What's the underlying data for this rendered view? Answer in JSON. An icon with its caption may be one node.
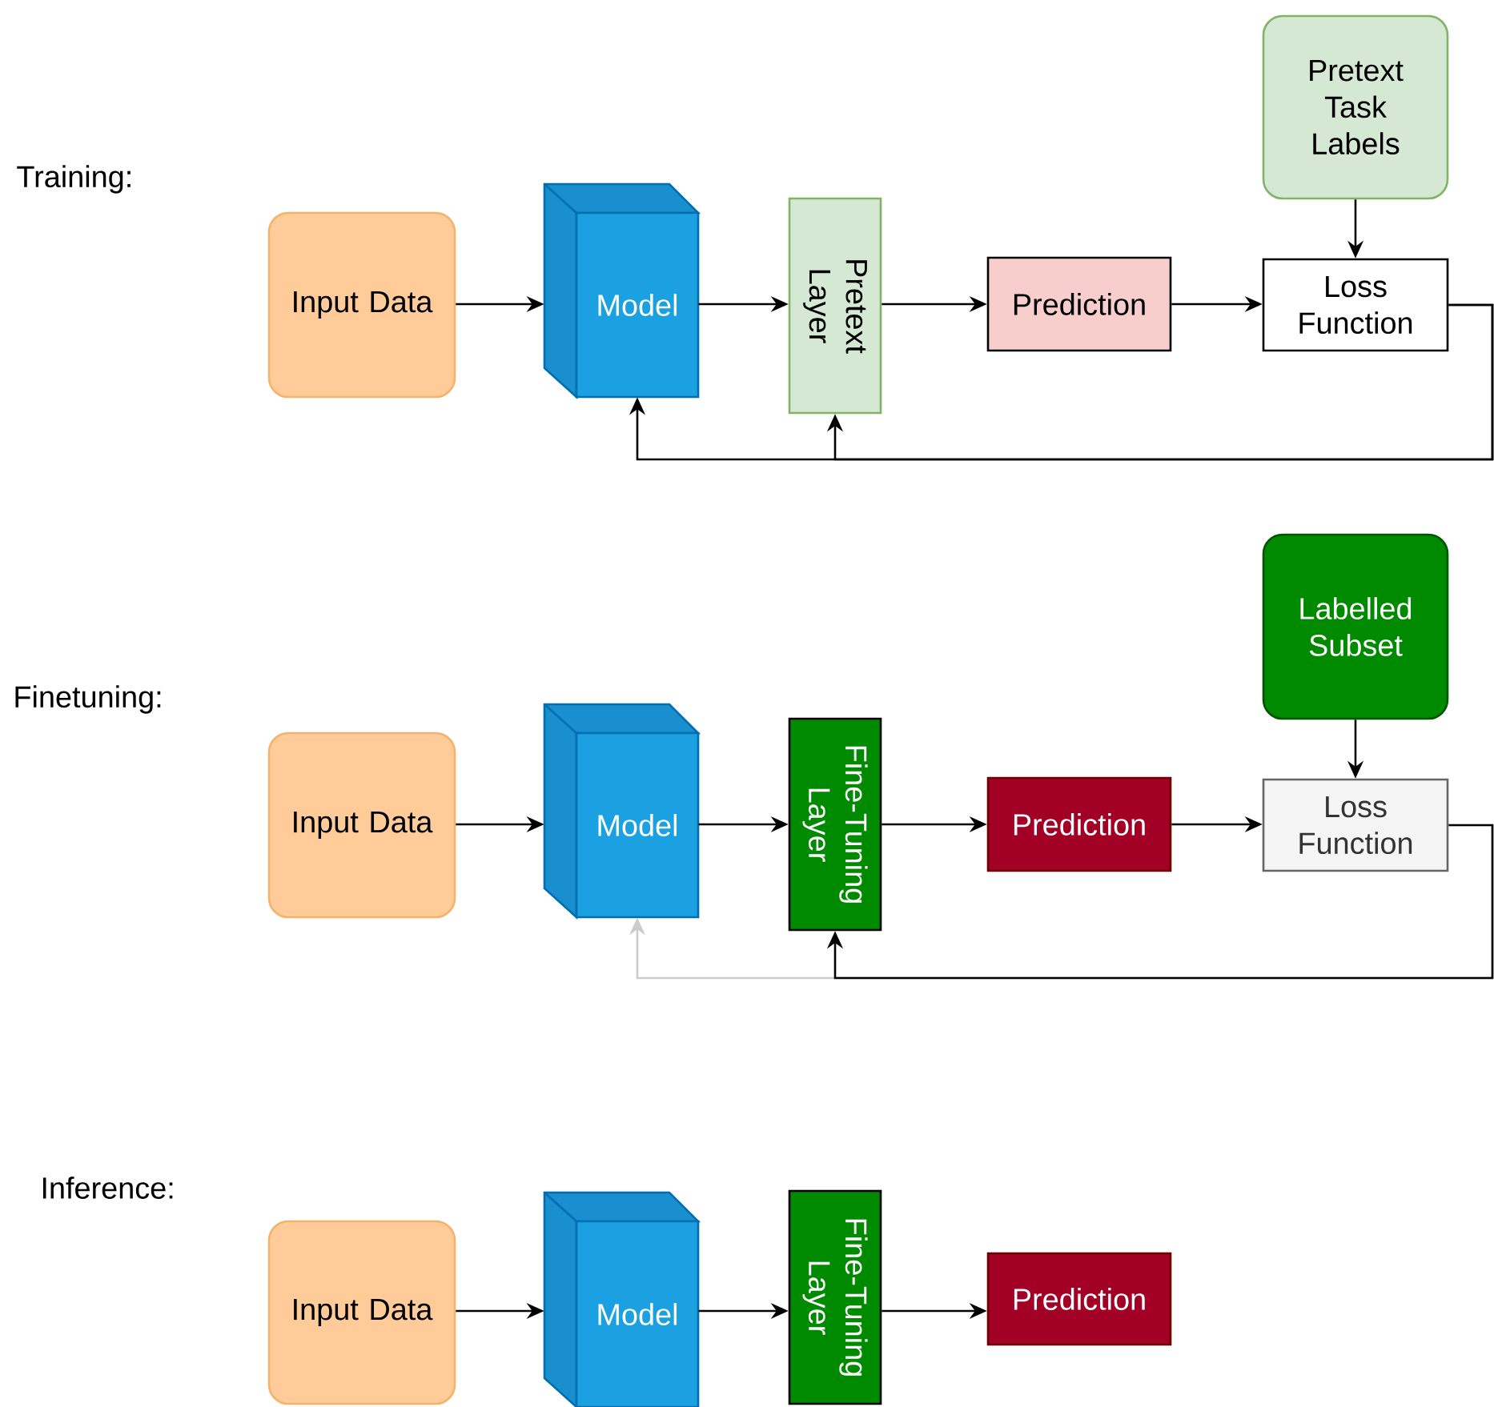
{
  "diagram": {
    "nodes": [
      {
        "text": [
          "Input Data"
        ]
      },
      {
        "text": [
          "Model"
        ]
      },
      {
        "text": [
          "Pretext Layer"
        ]
      },
      {
        "text": [
          "Prediction"
        ]
      },
      {
        "text": [
          "Pretext Task Labels"
        ]
      },
      {
        "text": [
          "Loss Function"
        ]
      },
      {
        "text": [
          "Input Data"
        ]
      },
      {
        "text": [
          "Model"
        ]
      },
      {
        "text": [
          "Fine-Tuning Layer"
        ]
      },
      {
        "text": [
          "Prediction"
        ]
      },
      {
        "text": [
          "Labelled Subset"
        ]
      },
      {
        "text": [
          "Loss Function"
        ]
      },
      {
        "text": [
          "Input Data"
        ]
      },
      {
        "text": [
          "Model"
        ]
      },
      {
        "text": [
          "Fine-Tuning Layer"
        ]
      },
      {
        "text": [
          "Prediction"
        ]
      }
    ],
    "edges": [
      {
        "from": 0,
        "to": 1,
        "arrow": "to"
      },
      {
        "from": 1,
        "to": 2,
        "arrow": "to"
      },
      {
        "from": 2,
        "to": 3,
        "arrow": "to"
      },
      {
        "from": 3,
        "to": 5,
        "arrow": "to"
      },
      {
        "from": 4,
        "to": 5,
        "arrow": "to"
      },
      {
        "from": 5,
        "to": 1,
        "arrow": "to"
      },
      {
        "from": 5,
        "to": 2,
        "arrow": "to"
      },
      {
        "from": 6,
        "to": 7,
        "arrow": "to"
      },
      {
        "from": 7,
        "to": 8,
        "arrow": "to"
      },
      {
        "from": 8,
        "to": 9,
        "arrow": "to"
      },
      {
        "from": 9,
        "to": 11,
        "arrow": "to"
      },
      {
        "from": 10,
        "to": 11,
        "arrow": "to"
      },
      {
        "from": 11,
        "to": 7,
        "arrow": "to",
        "color": "#cccccc"
      },
      {
        "from": 11,
        "to": 8,
        "arrow": "to"
      },
      {
        "from": 12,
        "to": 13,
        "arrow": "to"
      },
      {
        "from": 13,
        "to": 14,
        "arrow": "to"
      },
      {
        "from": 14,
        "to": 15,
        "arrow": "to"
      }
    ],
    "labels": [
      "Training:",
      "Finetuning:",
      "Inference:"
    ]
  }
}
